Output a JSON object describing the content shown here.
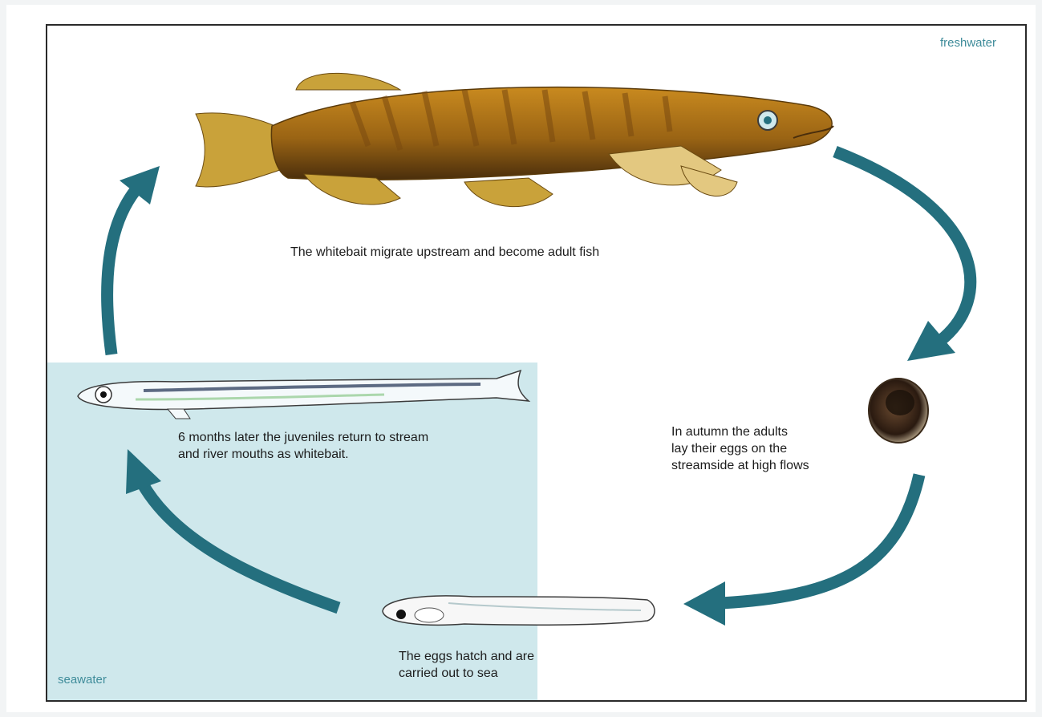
{
  "zones": {
    "freshwater_label": "freshwater",
    "seawater_label": "seawater"
  },
  "stages": {
    "adult": "The whitebait migrate upstream and become adult fish",
    "eggs": "In autumn the adults\nlay their eggs on the\nstreamside at high flows",
    "hatch": "The eggs hatch and are\ncarried out to sea",
    "juvenile": "6 months later the juveniles return to stream\nand river mouths as whitebait."
  },
  "colors": {
    "arrow": "#246f7e",
    "seawater": "#cfe8ec",
    "label": "#3f8c9a"
  }
}
